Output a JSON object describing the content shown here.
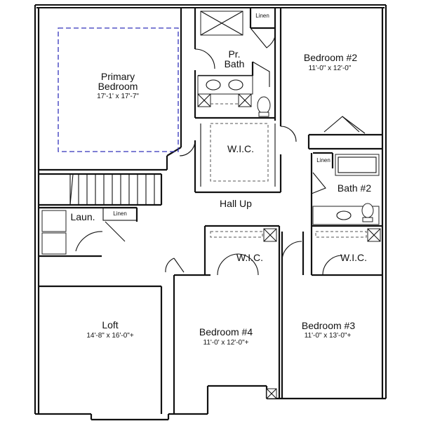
{
  "rooms": {
    "primary_bedroom": {
      "name": "Primary\nBedroom",
      "dims": "17'-1' x 17'-7\""
    },
    "pr_bath": {
      "name": "Pr.\nBath"
    },
    "linen_1": {
      "name": "Linen"
    },
    "bedroom2": {
      "name": "Bedroom #2",
      "dims": "11'-0\" x 12'-0\""
    },
    "wic_primary": {
      "name": "W.I.C."
    },
    "linen_2": {
      "name": "Linen"
    },
    "bath2": {
      "name": "Bath #2"
    },
    "hall": {
      "name": "Hall Up"
    },
    "laundry": {
      "name": "Laun."
    },
    "linen_3": {
      "name": "Linen"
    },
    "wic_4": {
      "name": "W.I.C."
    },
    "wic_3": {
      "name": "W.I.C."
    },
    "loft": {
      "name": "Loft",
      "dims": "14'-8\" x 16'-0\"+"
    },
    "bedroom4": {
      "name": "Bedroom #4",
      "dims": "11'-0' x 12'-0\"+"
    },
    "bedroom3": {
      "name": "Bedroom #3",
      "dims": "11'-0\" x 13'-0\"+"
    }
  },
  "colors": {
    "wall": "#111111",
    "closet_outline": "#3333bb"
  }
}
